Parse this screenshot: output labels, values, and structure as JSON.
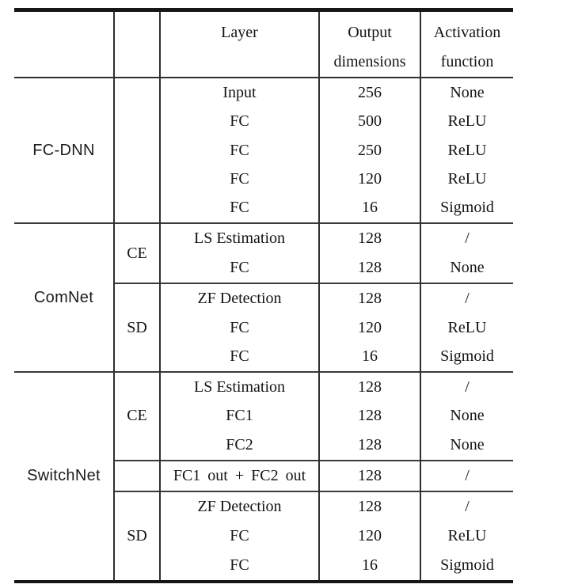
{
  "ink_color": "#161616",
  "table": {
    "headers": {
      "model": "",
      "subgroup": "",
      "layer": "Layer",
      "output_line1": "Output",
      "output_line2": "dimensions",
      "activation_line1": "Activation",
      "activation_line2": "function"
    },
    "groups": [
      {
        "name": "FC-DNN",
        "subgroups": [
          {
            "label": "",
            "rows": [
              {
                "layer": "Input",
                "dim": "256",
                "act": "None"
              },
              {
                "layer": "FC",
                "dim": "500",
                "act": "ReLU"
              },
              {
                "layer": "FC",
                "dim": "250",
                "act": "ReLU"
              },
              {
                "layer": "FC",
                "dim": "120",
                "act": "ReLU"
              },
              {
                "layer": "FC",
                "dim": "16",
                "act": "Sigmoid"
              }
            ]
          }
        ]
      },
      {
        "name": "ComNet",
        "subgroups": [
          {
            "label": "CE",
            "rows": [
              {
                "layer": "LS Estimation",
                "dim": "128",
                "act": "/"
              },
              {
                "layer": "FC",
                "dim": "128",
                "act": "None"
              }
            ]
          },
          {
            "label": "SD",
            "rows": [
              {
                "layer": "ZF Detection",
                "dim": "128",
                "act": "/"
              },
              {
                "layer": "FC",
                "dim": "120",
                "act": "ReLU"
              },
              {
                "layer": "FC",
                "dim": "16",
                "act": "Sigmoid"
              }
            ]
          }
        ]
      },
      {
        "name": "SwitchNet",
        "subgroups": [
          {
            "label": "CE",
            "rows": [
              {
                "layer": "LS Estimation",
                "dim": "128",
                "act": "/"
              },
              {
                "layer": "FC1",
                "dim": "128",
                "act": "None"
              },
              {
                "layer": "FC2",
                "dim": "128",
                "act": "None"
              }
            ]
          },
          {
            "label": "",
            "rows": [
              {
                "layer": "FC1 out + FC2 out",
                "dim": "128",
                "act": "/"
              }
            ]
          },
          {
            "label": "SD",
            "rows": [
              {
                "layer": "ZF Detection",
                "dim": "128",
                "act": "/"
              },
              {
                "layer": "FC",
                "dim": "120",
                "act": "ReLU"
              },
              {
                "layer": "FC",
                "dim": "16",
                "act": "Sigmoid"
              }
            ]
          }
        ]
      }
    ]
  }
}
